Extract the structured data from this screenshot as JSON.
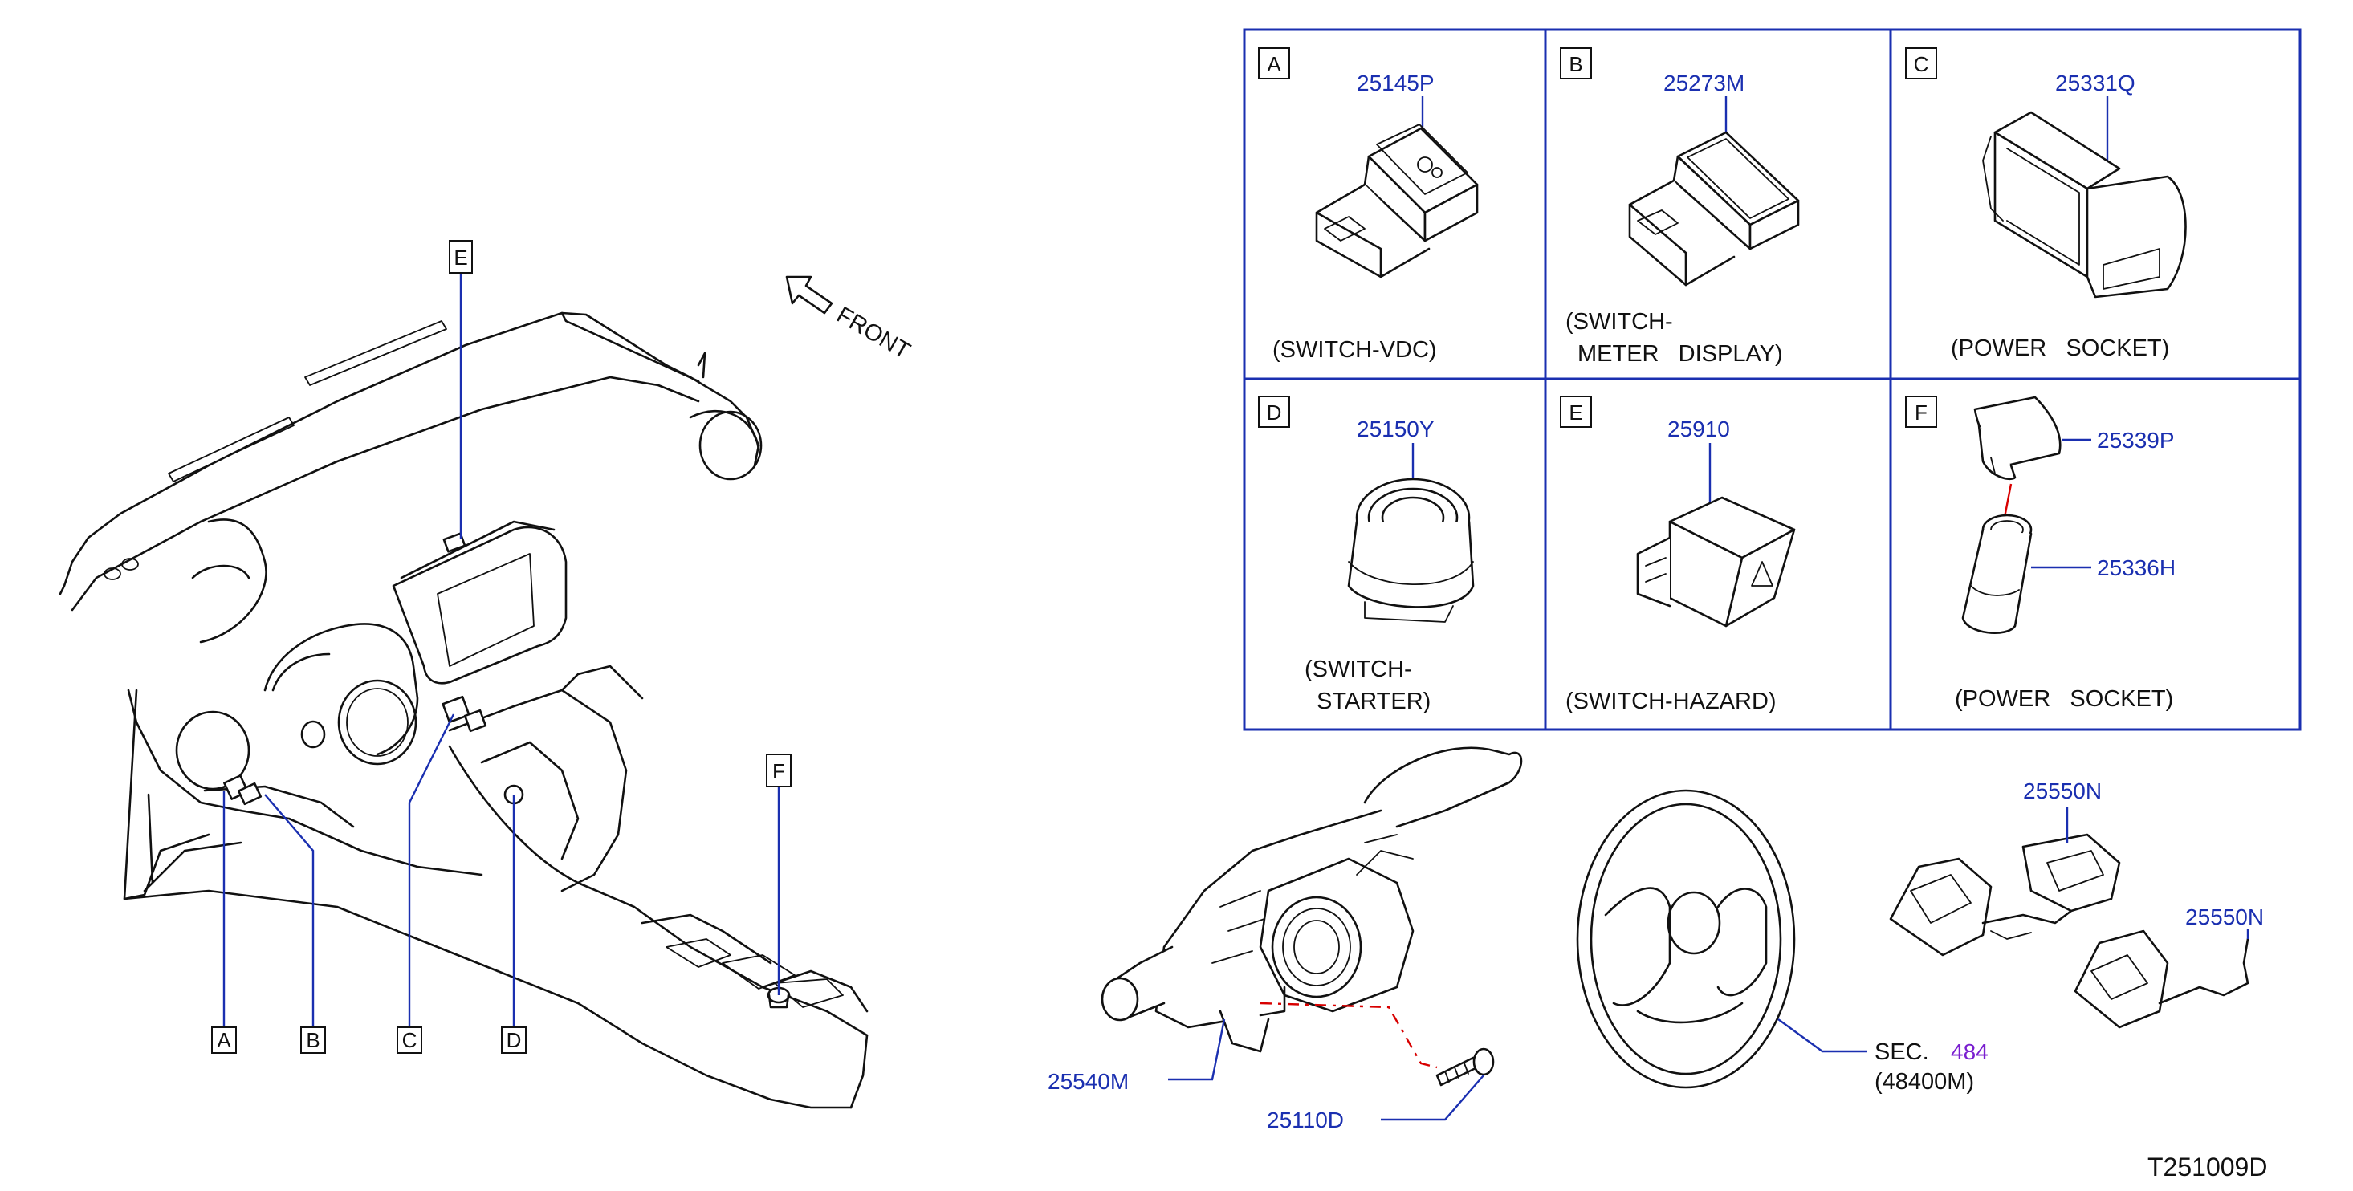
{
  "direction_label": "FRONT",
  "callout_letters": {
    "A": "A",
    "B": "B",
    "C": "C",
    "D": "D",
    "E": "E",
    "F": "F"
  },
  "panels": [
    {
      "letter": "A",
      "part_number": "25145P",
      "caption": "(SWITCH-VDC)"
    },
    {
      "letter": "B",
      "part_number": "25273M",
      "caption_line1": "(SWITCH-",
      "caption_line2": "METER   DISPLAY)"
    },
    {
      "letter": "C",
      "part_number": "25331Q",
      "caption": "(POWER   SOCKET)"
    },
    {
      "letter": "D",
      "part_number": "25150Y",
      "caption_line1": "(SWITCH-",
      "caption_line2": "STARTER)"
    },
    {
      "letter": "E",
      "part_number": "25910",
      "caption": "(SWITCH-HAZARD)"
    },
    {
      "letter": "F",
      "part_number_top": "25339P",
      "part_number_bottom": "25336H",
      "caption": "(POWER   SOCKET)"
    }
  ],
  "lower_parts": {
    "combination_switch": "25540M",
    "screw": "25110D",
    "steering_switch_left": "25550N",
    "steering_switch_right": "25550N",
    "section_ref_prefix": "SEC.",
    "section_ref_number": "484",
    "section_ref_sub": "(48400M)"
  },
  "diagram_id": "T251009D",
  "colors": {
    "part_number": "#1a2fb0",
    "leader": "#1a2fb0",
    "chain_line": "#d80000",
    "section_number": "#7a1fd0",
    "line_art": "#111111"
  }
}
